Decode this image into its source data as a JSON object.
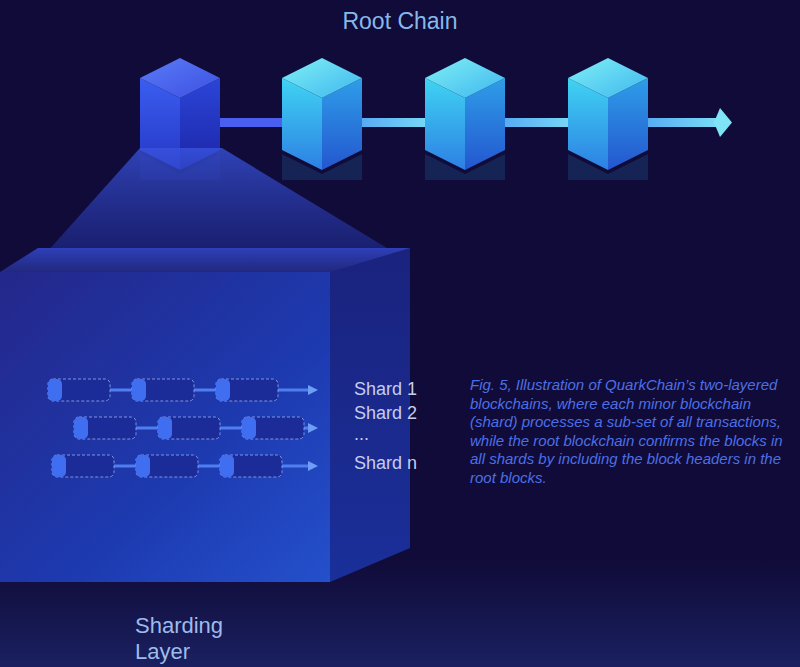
{
  "diagram": {
    "title": "Root Chain",
    "caption": "Fig. 5, Illustration of QuarkChain’s two-layered blockchains, where each minor blockchain (shard) processes a sub-set of all transactions, while the root blockchain confirms the blocks in all shards by including the block headers in the root blocks.",
    "nodes": [
      {
        "text": [
          "Sharding Layer"
        ]
      }
    ],
    "labels": [
      "Shard 1",
      "Shard 2",
      "...",
      "Shard n"
    ]
  }
}
